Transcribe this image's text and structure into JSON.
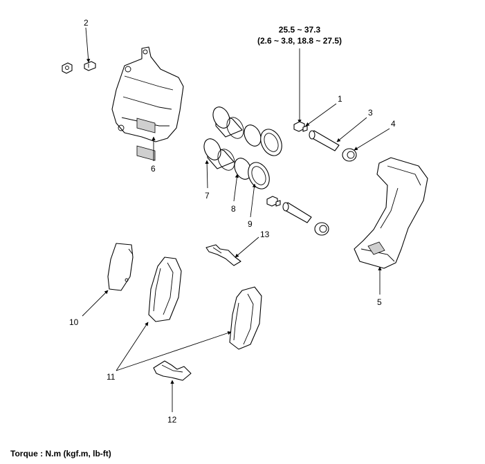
{
  "torque_spec": {
    "metric": "25.5 ~ 37.3",
    "imperial": "(2.6 ~ 3.8, 18.8 ~ 27.5)"
  },
  "callouts": [
    "1",
    "2",
    "3",
    "4",
    "5",
    "6",
    "7",
    "8",
    "9",
    "10",
    "11",
    "12",
    "13"
  ],
  "footer": "Torque : N.m (kgf.m, lb-ft)"
}
